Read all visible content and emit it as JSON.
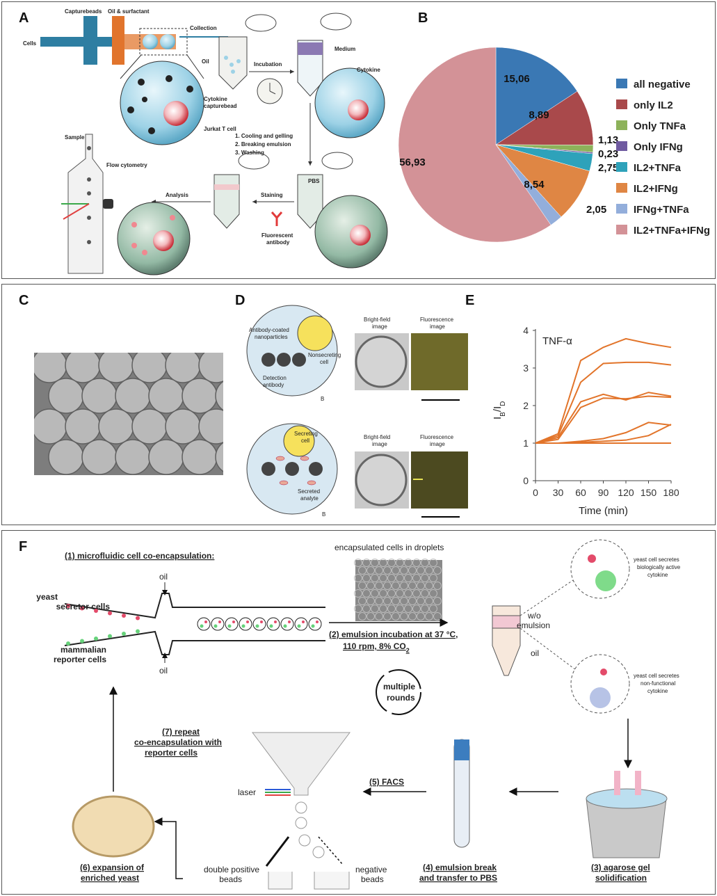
{
  "panels": {
    "A": {
      "label": "A",
      "texts": {
        "capturebeads": "Capturebeads",
        "oil_surfactant": "Oil & surfactant",
        "cells": "Cells",
        "collection": "Collection",
        "oil": "Oil",
        "incubation": "Incubation",
        "medium": "Medium",
        "cytokine": "Cytokine",
        "cytokine_capturebead_1": "Cytokine",
        "cytokine_capturebead_2": "capturebead",
        "jurkat": "Jurkat T cell",
        "step1": "1.   Cooling and gelling",
        "step2": "2.   Breaking emulsion",
        "step3": "3.   Washing",
        "sample": "Sample",
        "flow": "Flow cytometry",
        "pbs": "PBS",
        "analysis": "Analysis",
        "staining": "Staining",
        "fluor_1": "Fluorescent",
        "fluor_2": "antibody"
      }
    },
    "B": {
      "label": "B"
    },
    "C": {
      "label": "C"
    },
    "D": {
      "label": "D",
      "texts": {
        "bf_1": "Bright-field",
        "bf_2": "image",
        "fl_1": "Fluorescence",
        "fl_2": "image",
        "antibody_np_1": "Antibody-coated",
        "antibody_np_2": "nanoparticles",
        "nonsecreting_1": "Nonsecreting",
        "nonsecreting_2": "cell",
        "detection_1": "Detection",
        "detection_2": "antibody",
        "b_field": "B",
        "secreting_1": "Secreting",
        "secreting_2": "cell",
        "secreted_1": "Secreted",
        "secreted_2": "analyte"
      }
    },
    "E": {
      "label": "E"
    },
    "F": {
      "label": "F",
      "texts": {
        "step1": "(1) microfluidic cell co-encapsulation:",
        "encapsulated": "encapsulated cells in droplets",
        "oil_top": "oil",
        "oil_bottom": "oil",
        "yeast_1": "yeast",
        "yeast_2": "secretor cells",
        "mammalian_1": "mammalian",
        "mammalian_2": "reporter cells",
        "step2_1": "(2) emulsion incubation at 37 °C,",
        "step2_2": "110 rpm, 8% CO",
        "step2_sub": "2",
        "wo_1": "w/o",
        "wo_2": "emulsion",
        "tube_oil": "oil",
        "active_1": "yeast cell secretes",
        "active_2": "biologically active",
        "active_3": "cytokine",
        "nonfunc_1": "yeast cell secretes",
        "nonfunc_2": "non-functional",
        "nonfunc_3": "cytokine",
        "multiple_1": "multiple",
        "multiple_2": "rounds",
        "step7_1": "(7) repeat",
        "step7_2": "co-encapsulation with",
        "step7_3": "reporter cells",
        "laser": "laser",
        "step5": "(5) FACS",
        "double_1": "double positive",
        "double_2": "beads",
        "negative_1": "negative",
        "negative_2": "beads",
        "step6_1": "(6) expansion of",
        "step6_2": "enriched yeast",
        "step4_1": "(4) emulsion break",
        "step4_2": "and transfer to PBS",
        "step3_1": "(3) agarose gel",
        "step3_2": "solidification"
      }
    }
  },
  "chart_data": [
    {
      "type": "pie",
      "panel": "B",
      "values": [
        15.06,
        8.89,
        1.13,
        0.23,
        2.75,
        8.54,
        2.05,
        56.93
      ],
      "value_labels": [
        "15,06",
        "8,89",
        "1,13",
        "0,23",
        "2,75",
        "8,54",
        "2,05",
        "56,93"
      ],
      "categories": [
        "all negative",
        "only IL2",
        "Only TNFa",
        "Only IFNg",
        "IL2+TNFa",
        "IL2+IFNg",
        "IFNg+TNFa",
        "IL2+TNFa+IFNg"
      ],
      "colors": [
        "#3a78b4",
        "#a9494b",
        "#8db25a",
        "#6f5aa0",
        "#2ea2ba",
        "#df8644",
        "#93aedb",
        "#d39297"
      ],
      "legend": "right"
    },
    {
      "type": "line",
      "panel": "E",
      "title": "TNF-α",
      "xlabel": "Time (min)",
      "ylabel": "I_B/I_D",
      "ylabel_main": "I",
      "ylabel_sub1": "B",
      "ylabel_slash": "/I",
      "ylabel_sub2": "D",
      "x": [
        0,
        30,
        60,
        90,
        120,
        150,
        180
      ],
      "xticks": [
        "0",
        "30",
        "60",
        "90",
        "120",
        "150",
        "180"
      ],
      "yticks": [
        "0",
        "1",
        "2",
        "3",
        "4"
      ],
      "ylim": [
        0,
        4
      ],
      "xlim": [
        0,
        180
      ],
      "color": "#e2742a",
      "series": [
        {
          "values": [
            1,
            1.25,
            3.2,
            3.55,
            3.78,
            3.65,
            3.55
          ]
        },
        {
          "values": [
            1,
            1.2,
            2.62,
            3.12,
            3.15,
            3.15,
            3.08
          ]
        },
        {
          "values": [
            1,
            1.15,
            2.1,
            2.3,
            2.15,
            2.35,
            2.25
          ]
        },
        {
          "values": [
            1,
            1.1,
            1.95,
            2.2,
            2.18,
            2.25,
            2.22
          ]
        },
        {
          "values": [
            1,
            1.0,
            1.05,
            1.12,
            1.28,
            1.55,
            1.48
          ]
        },
        {
          "values": [
            1,
            1.0,
            1.02,
            1.05,
            1.08,
            1.2,
            1.5
          ]
        },
        {
          "values": [
            1,
            1.0,
            1.0,
            1.0,
            1.0,
            1.0,
            1.0
          ]
        }
      ]
    }
  ]
}
